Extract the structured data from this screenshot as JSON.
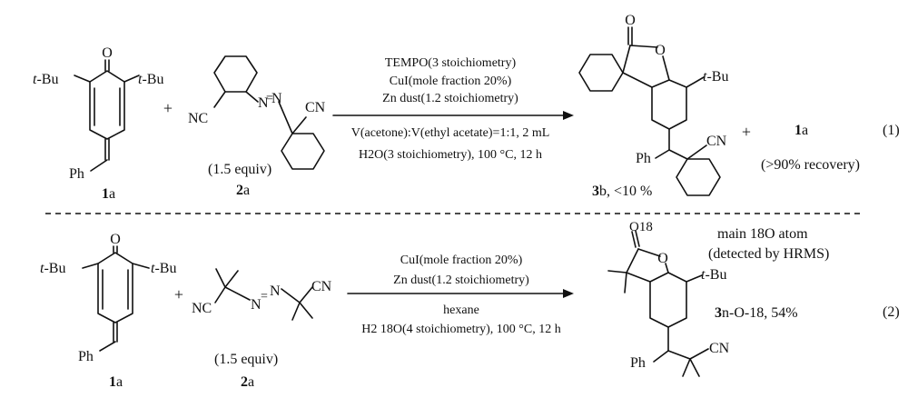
{
  "reaction1": {
    "sm": {
      "left_sub": "t-Bu",
      "right_sub": "t-Bu",
      "oxygen": "O",
      "ph": "Ph",
      "label_num": "1",
      "label_let": "a"
    },
    "plus_a": "+",
    "azo": {
      "nc": "NC",
      "cn": "CN",
      "n1": "N",
      "n2": "N",
      "equiv": "(1.5 equiv)",
      "label_num": "2",
      "label_let": "a"
    },
    "conditions": [
      "TEMPO(3 stoichiometry)",
      "CuI(mole fraction 20%)",
      "Zn dust(1.2 stoichiometry)",
      "V(acetone):V(ethyl acetate)=1:1, 2 mL",
      "H2O(3 stoichiometry), 100 °C, 12 h"
    ],
    "product": {
      "carbonyl_o": "O",
      "ring_o": "O",
      "tbu": "t-Bu",
      "ph": "Ph",
      "cn": "CN",
      "label_num": "3",
      "label_rest": "b, <10 %"
    },
    "plus_b": "+",
    "recovery": {
      "label_num": "1",
      "label_let": "a",
      "note": "(>90% recovery)"
    },
    "eq_number": "(1)"
  },
  "reaction2": {
    "sm": {
      "left_sub": "t-Bu",
      "right_sub": "t-Bu",
      "oxygen": "O",
      "ph": "Ph",
      "label_num": "1",
      "label_let": "a"
    },
    "plus_a": "+",
    "azo": {
      "nc": "NC",
      "cn": "CN",
      "n1": "N",
      "n2": "N",
      "equiv": "(1.5 equiv)",
      "label_num": "2",
      "label_let": "a"
    },
    "conditions_above": [
      "CuI(mole fraction 20%)",
      "Zn dust(1.2 stoichiometry)"
    ],
    "conditions_below": [
      "hexane",
      "H2 18O(4 stoichiometry), 100 °C, 12 h"
    ],
    "product": {
      "carbonyl_o": "O18",
      "ring_o": "O",
      "tbu": "t-Bu",
      "ph": "Ph",
      "cn": "CN",
      "label_num": "3",
      "label_rest": "n-O-18, 54%"
    },
    "annotation": [
      "main 18O atom",
      "(detected by HRMS)"
    ],
    "eq_number": "(2)"
  }
}
